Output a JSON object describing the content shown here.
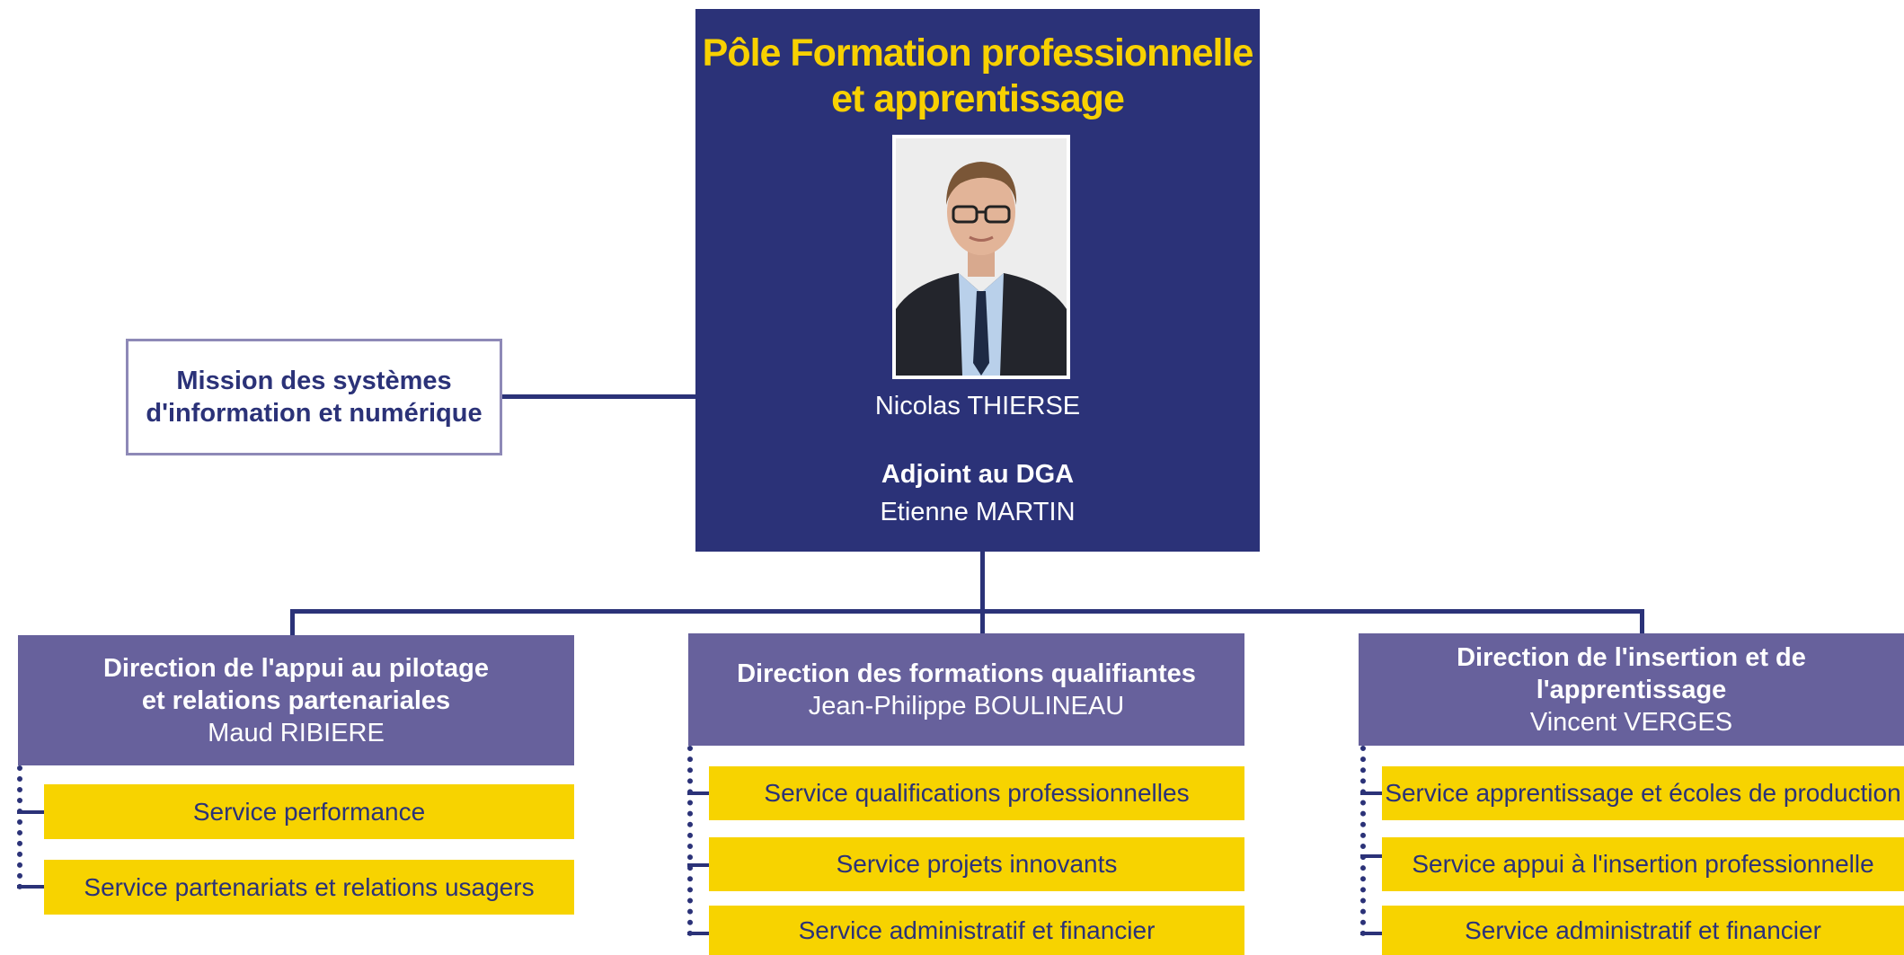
{
  "pole": {
    "title_line1": "Pôle Formation professionnelle",
    "title_line2": "et apprentissage",
    "director_name": "Nicolas THIERSE",
    "adjoint_title": "Adjoint au DGA",
    "adjoint_name": "Etienne MARTIN"
  },
  "mission": {
    "line1": "Mission des systèmes",
    "line2": "d'information et numérique"
  },
  "directions": [
    {
      "title_line1": "Direction de l'appui au pilotage",
      "title_line2": "et relations partenariales",
      "head": "Maud RIBIERE",
      "services": [
        "Service performance",
        "Service partenariats et relations usagers"
      ]
    },
    {
      "title_line1": "Direction des formations qualifiantes",
      "head": "Jean-Philippe BOULINEAU",
      "services": [
        "Service qualifications professionnelles",
        "Service projets innovants",
        "Service administratif et financier"
      ]
    },
    {
      "title_line1": "Direction de l'insertion et de l'apprentissage",
      "head": "Vincent VERGES",
      "services": [
        "Service apprentissage et écoles de production",
        "Service appui à l'insertion professionnelle",
        "Service administratif et financier"
      ]
    }
  ],
  "colors": {
    "navy": "#2b3278",
    "purple": "#67619c",
    "yellow": "#f7d300",
    "title_yellow": "#f8d100"
  }
}
